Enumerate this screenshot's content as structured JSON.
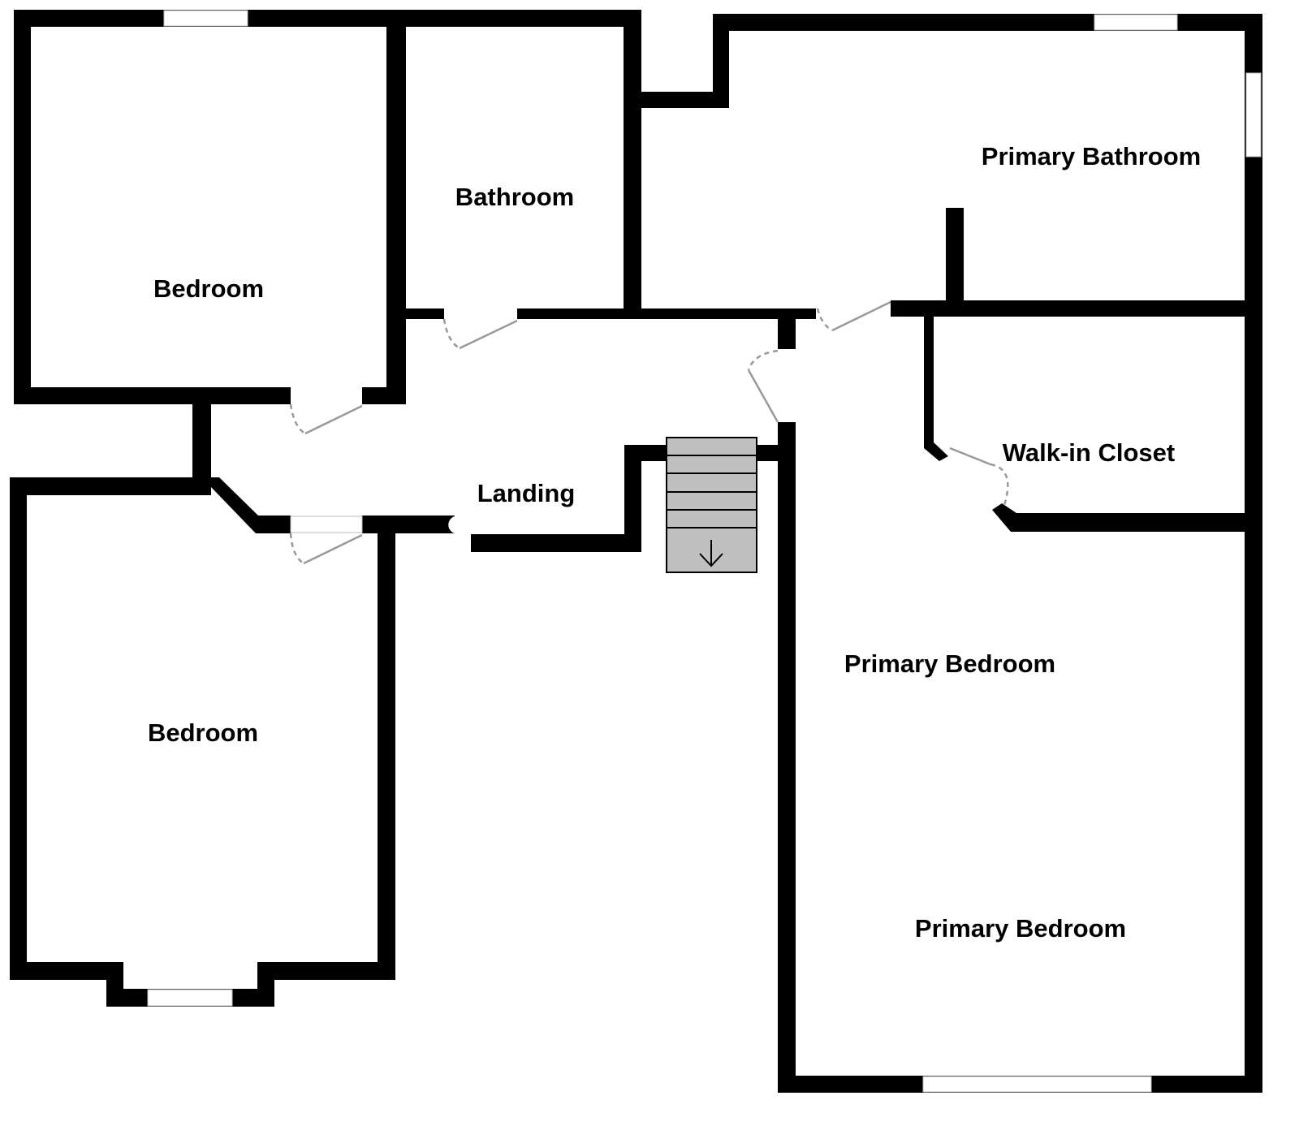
{
  "floorplan": {
    "rooms": [
      {
        "id": "bedroom-1",
        "label": "Bedroom"
      },
      {
        "id": "bathroom",
        "label": "Bathroom"
      },
      {
        "id": "primary-bathroom",
        "label": "Primary Bathroom"
      },
      {
        "id": "walk-in-closet",
        "label": "Walk-in Closet"
      },
      {
        "id": "landing",
        "label": "Landing"
      },
      {
        "id": "bedroom-2",
        "label": "Bedroom"
      },
      {
        "id": "primary-bedroom-1",
        "label": "Primary Bedroom"
      },
      {
        "id": "primary-bedroom-2",
        "label": "Primary Bedroom"
      }
    ],
    "stairs": {
      "direction": "down",
      "icon": "arrow-down-icon",
      "fill": "#c0c0c0"
    },
    "colors": {
      "wall": "#000000",
      "door": "#999999",
      "background": "#ffffff"
    }
  }
}
